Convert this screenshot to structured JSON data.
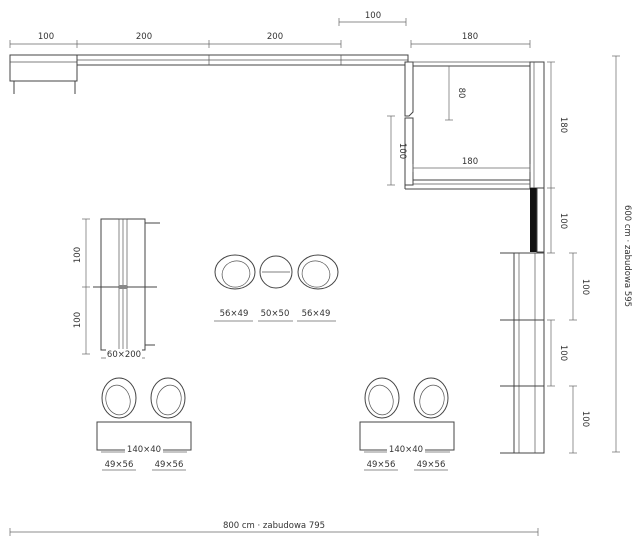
{
  "labels": {
    "top_100_a": "100",
    "top_200_a": "200",
    "top_200_b": "200",
    "top_100_b": "100",
    "top_180": "180",
    "inner_80": "80",
    "right_180": "180",
    "left_100": "100",
    "inner_180": "180",
    "right_100_a": "100",
    "total_height": "600 cm · zabudowa 595",
    "right_100_b": "100",
    "right_100_c": "100",
    "right_100_d": "100",
    "table_100_top": "100",
    "table_100_bottom": "100",
    "table_size": "60×200",
    "chair_56x49_a": "56×49",
    "chair_50x50": "50×50",
    "chair_56x49_b": "56×49",
    "bench_left": "140×40",
    "bench_right": "140×40",
    "chair_49x56_a": "49×56",
    "chair_49x56_b": "49×56",
    "chair_49x56_c": "49×56",
    "chair_49x56_d": "49×56",
    "total_width": "800 cm · zabudowa 795"
  }
}
